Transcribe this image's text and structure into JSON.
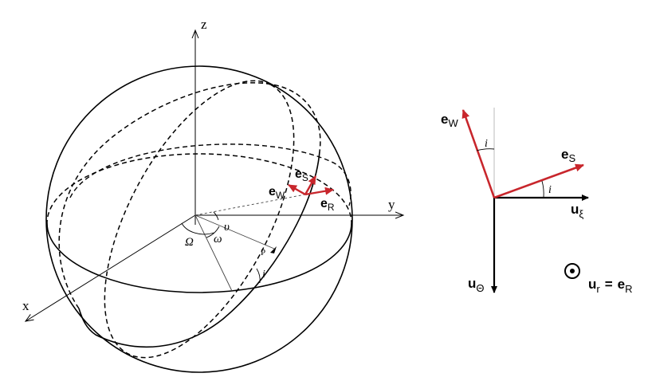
{
  "colors": {
    "line": "#000000",
    "accent": "#c8262c",
    "thin": "#444444",
    "guide": "#bbbbbb"
  },
  "sphere": {
    "axis_z": "z",
    "axis_y": "y",
    "axis_x": "x",
    "angle_node": "Ω",
    "angle_anomaly": "υ",
    "angle_periapsis": "ω",
    "angle_incl": "i",
    "point_p": "P",
    "vec_s": {
      "base": "e",
      "sub": "S"
    },
    "vec_w": {
      "base": "e",
      "sub": "W"
    },
    "vec_r": {
      "base": "e",
      "sub": "R"
    }
  },
  "frame": {
    "vec_w": {
      "base": "e",
      "sub": "W"
    },
    "vec_s": {
      "base": "e",
      "sub": "S"
    },
    "angle_top": "i",
    "angle_right": "i",
    "u_xi": {
      "base": "u",
      "sub": "ξ"
    },
    "u_theta": {
      "base": "u",
      "sub": "Θ"
    },
    "u_r": {
      "base": "u",
      "sub": "r"
    },
    "equals": "=",
    "e_r": {
      "base": "e",
      "sub": "R"
    }
  }
}
